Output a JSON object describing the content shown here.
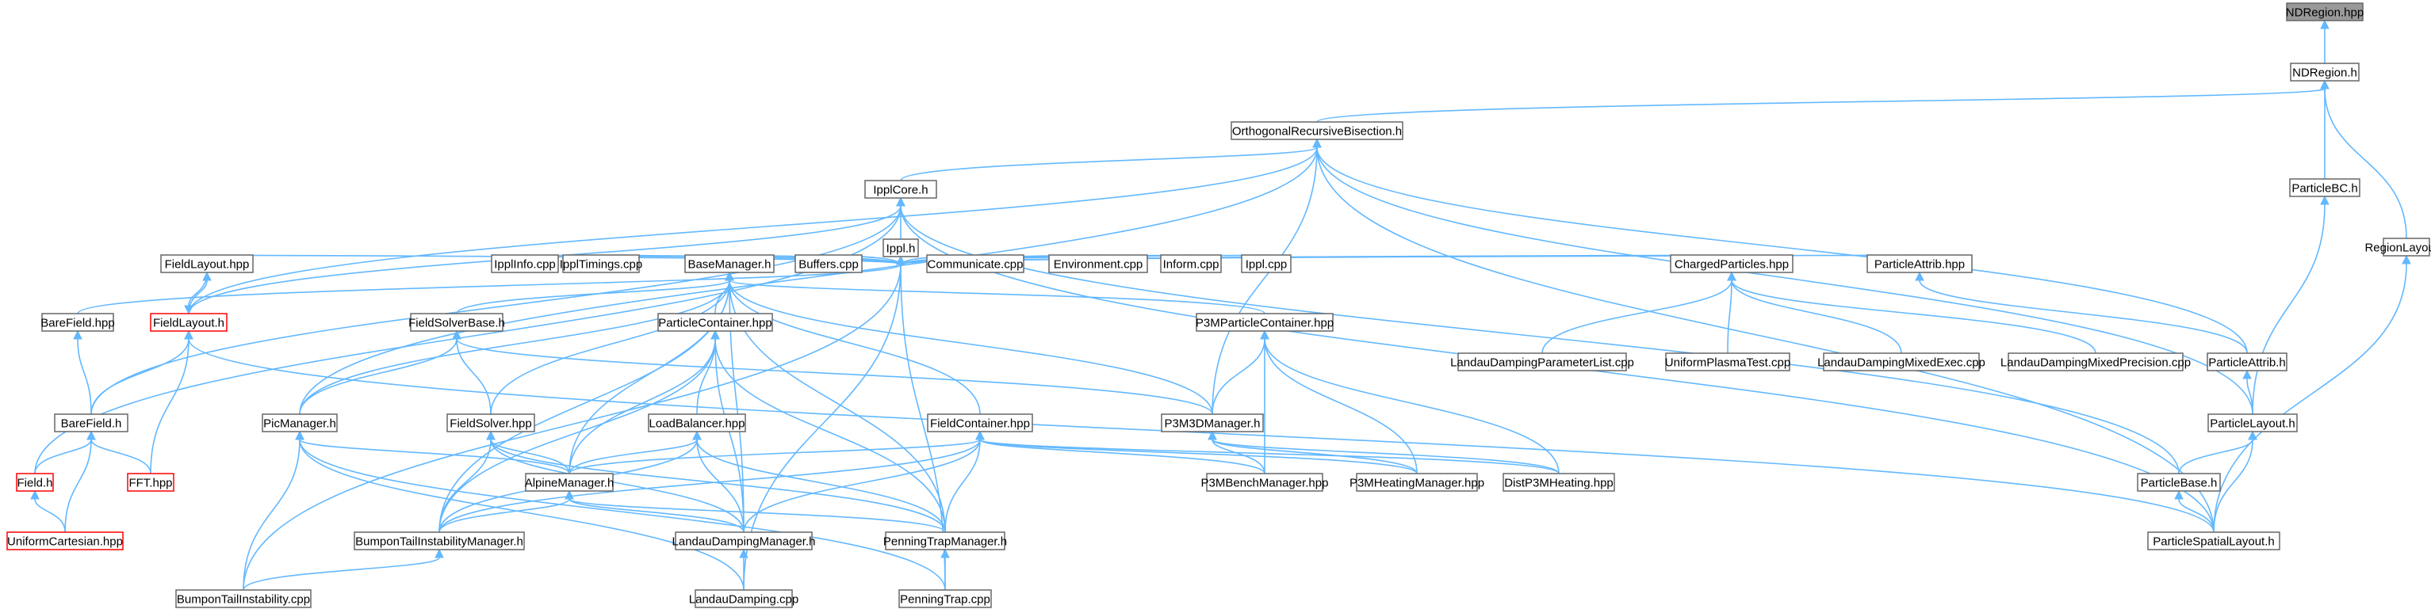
{
  "graph": {
    "edge_color": "#63b8ff",
    "root_fill": "#999999",
    "border_color": "#666666",
    "incomplete_border_color": "#ff0000",
    "nodes": [
      {
        "id": "n0",
        "label": "NDRegion.hpp",
        "root": true
      },
      {
        "id": "n1",
        "label": "NDRegion.h"
      },
      {
        "id": "n2",
        "label": "OrthogonalRecursiveBisection.h"
      },
      {
        "id": "n3",
        "label": "ParticleBC.h"
      },
      {
        "id": "n4",
        "label": "RegionLayout.h"
      },
      {
        "id": "n5",
        "label": "IpplCore.h"
      },
      {
        "id": "n6",
        "label": "Ippl.h"
      },
      {
        "id": "n7",
        "label": "FieldLayout.hpp"
      },
      {
        "id": "n8",
        "label": "IpplInfo.cpp"
      },
      {
        "id": "n9",
        "label": "IpplTimings.cpp"
      },
      {
        "id": "n10",
        "label": "BaseManager.h"
      },
      {
        "id": "n11",
        "label": "Buffers.cpp"
      },
      {
        "id": "n12",
        "label": "Communicate.cpp"
      },
      {
        "id": "n13",
        "label": "Environment.cpp"
      },
      {
        "id": "n14",
        "label": "Inform.cpp"
      },
      {
        "id": "n15",
        "label": "Ippl.cpp"
      },
      {
        "id": "n16",
        "label": "ChargedParticles.hpp"
      },
      {
        "id": "n17",
        "label": "ParticleAttrib.hpp"
      },
      {
        "id": "n18",
        "label": "BareField.hpp"
      },
      {
        "id": "n19",
        "label": "FieldLayout.h",
        "red": true
      },
      {
        "id": "n20",
        "label": "FieldSolverBase.h"
      },
      {
        "id": "n21",
        "label": "ParticleContainer.hpp"
      },
      {
        "id": "n22",
        "label": "P3MParticleContainer.hpp"
      },
      {
        "id": "n23",
        "label": "LandauDampingParameterList.cpp"
      },
      {
        "id": "n24",
        "label": "UniformPlasmaTest.cpp"
      },
      {
        "id": "n25",
        "label": "LandauDampingMixedExec.cpp"
      },
      {
        "id": "n26",
        "label": "LandauDampingMixedPrecision.cpp"
      },
      {
        "id": "n27",
        "label": "ParticleAttrib.h"
      },
      {
        "id": "n28",
        "label": "BareField.h"
      },
      {
        "id": "n29",
        "label": "PicManager.h"
      },
      {
        "id": "n30",
        "label": "FieldSolver.hpp"
      },
      {
        "id": "n31",
        "label": "LoadBalancer.hpp"
      },
      {
        "id": "n32",
        "label": "FieldContainer.hpp"
      },
      {
        "id": "n33",
        "label": "P3M3DManager.h"
      },
      {
        "id": "n34",
        "label": "ParticleLayout.h"
      },
      {
        "id": "n35",
        "label": "Field.h",
        "red": true
      },
      {
        "id": "n36",
        "label": "FFT.hpp",
        "red": true
      },
      {
        "id": "n37",
        "label": "AlpineManager.h"
      },
      {
        "id": "n38",
        "label": "P3MBenchManager.hpp"
      },
      {
        "id": "n39",
        "label": "P3MHeatingManager.hpp"
      },
      {
        "id": "n40",
        "label": "DistP3MHeating.hpp"
      },
      {
        "id": "n41",
        "label": "ParticleBase.h"
      },
      {
        "id": "n42",
        "label": "UniformCartesian.hpp",
        "red": true
      },
      {
        "id": "n43",
        "label": "BumponTailInstabilityManager.h"
      },
      {
        "id": "n44",
        "label": "LandauDampingManager.h"
      },
      {
        "id": "n45",
        "label": "PenningTrapManager.h"
      },
      {
        "id": "n46",
        "label": "ParticleSpatialLayout.h"
      },
      {
        "id": "n47",
        "label": "BumponTailInstability.cpp"
      },
      {
        "id": "n48",
        "label": "LandauDamping.cpp"
      },
      {
        "id": "n49",
        "label": "PenningTrap.cpp"
      }
    ],
    "edges": [
      [
        "n1",
        "n0"
      ],
      [
        "n2",
        "n1"
      ],
      [
        "n3",
        "n1"
      ],
      [
        "n4",
        "n1"
      ],
      [
        "n5",
        "n2"
      ],
      [
        "n19",
        "n2"
      ],
      [
        "n27",
        "n2"
      ],
      [
        "n29",
        "n2"
      ],
      [
        "n33",
        "n2"
      ],
      [
        "n34",
        "n2"
      ],
      [
        "n46",
        "n2"
      ],
      [
        "n34",
        "n3"
      ],
      [
        "n46",
        "n4"
      ],
      [
        "n6",
        "n5"
      ],
      [
        "n19",
        "n5"
      ],
      [
        "n28",
        "n5"
      ],
      [
        "n35",
        "n5"
      ],
      [
        "n41",
        "n5"
      ],
      [
        "n46",
        "n5"
      ],
      [
        "n7",
        "n6"
      ],
      [
        "n8",
        "n6"
      ],
      [
        "n9",
        "n6"
      ],
      [
        "n10",
        "n6"
      ],
      [
        "n11",
        "n6"
      ],
      [
        "n12",
        "n6"
      ],
      [
        "n13",
        "n6"
      ],
      [
        "n14",
        "n6"
      ],
      [
        "n15",
        "n6"
      ],
      [
        "n16",
        "n6"
      ],
      [
        "n17",
        "n6"
      ],
      [
        "n18",
        "n6"
      ],
      [
        "n47",
        "n6"
      ],
      [
        "n48",
        "n6"
      ],
      [
        "n49",
        "n6"
      ],
      [
        "n19",
        "n7"
      ],
      [
        "n20",
        "n10"
      ],
      [
        "n21",
        "n10"
      ],
      [
        "n22",
        "n10"
      ],
      [
        "n29",
        "n10"
      ],
      [
        "n30",
        "n10"
      ],
      [
        "n32",
        "n10"
      ],
      [
        "n33",
        "n10"
      ],
      [
        "n37",
        "n10"
      ],
      [
        "n43",
        "n10"
      ],
      [
        "n44",
        "n10"
      ],
      [
        "n45",
        "n10"
      ],
      [
        "n23",
        "n16"
      ],
      [
        "n24",
        "n16"
      ],
      [
        "n25",
        "n16"
      ],
      [
        "n26",
        "n16"
      ],
      [
        "n27",
        "n17"
      ],
      [
        "n28",
        "n18"
      ],
      [
        "n7",
        "n19"
      ],
      [
        "n28",
        "n19"
      ],
      [
        "n36",
        "n19"
      ],
      [
        "n46",
        "n19"
      ],
      [
        "n29",
        "n20"
      ],
      [
        "n30",
        "n20"
      ],
      [
        "n33",
        "n20"
      ],
      [
        "n31",
        "n21"
      ],
      [
        "n37",
        "n21"
      ],
      [
        "n43",
        "n21"
      ],
      [
        "n44",
        "n21"
      ],
      [
        "n45",
        "n21"
      ],
      [
        "n33",
        "n22"
      ],
      [
        "n38",
        "n22"
      ],
      [
        "n39",
        "n22"
      ],
      [
        "n40",
        "n22"
      ],
      [
        "n34",
        "n27"
      ],
      [
        "n35",
        "n28"
      ],
      [
        "n36",
        "n28"
      ],
      [
        "n42",
        "n28"
      ],
      [
        "n37",
        "n29"
      ],
      [
        "n47",
        "n29"
      ],
      [
        "n48",
        "n29"
      ],
      [
        "n49",
        "n29"
      ],
      [
        "n37",
        "n30"
      ],
      [
        "n43",
        "n30"
      ],
      [
        "n44",
        "n30"
      ],
      [
        "n45",
        "n30"
      ],
      [
        "n37",
        "n31"
      ],
      [
        "n43",
        "n31"
      ],
      [
        "n44",
        "n31"
      ],
      [
        "n45",
        "n31"
      ],
      [
        "n37",
        "n32"
      ],
      [
        "n38",
        "n32"
      ],
      [
        "n39",
        "n32"
      ],
      [
        "n40",
        "n32"
      ],
      [
        "n43",
        "n32"
      ],
      [
        "n44",
        "n32"
      ],
      [
        "n45",
        "n32"
      ],
      [
        "n38",
        "n33"
      ],
      [
        "n39",
        "n33"
      ],
      [
        "n40",
        "n33"
      ],
      [
        "n41",
        "n34"
      ],
      [
        "n46",
        "n34"
      ],
      [
        "n42",
        "n35"
      ],
      [
        "n43",
        "n37"
      ],
      [
        "n44",
        "n37"
      ],
      [
        "n45",
        "n37"
      ],
      [
        "n46",
        "n41"
      ],
      [
        "n47",
        "n43"
      ],
      [
        "n48",
        "n44"
      ],
      [
        "n49",
        "n45"
      ]
    ]
  }
}
